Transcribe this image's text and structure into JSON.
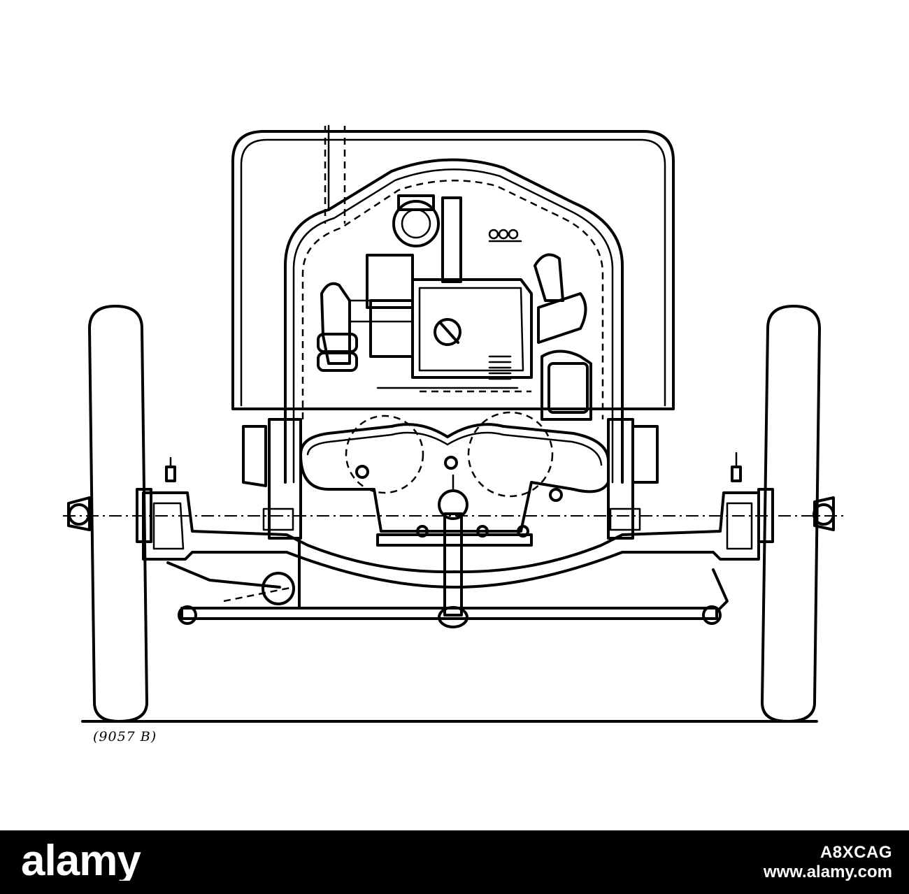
{
  "illustration": {
    "caption": "(9057 B)"
  },
  "footer": {
    "brand": "alamy",
    "image_id": "A8XCAG",
    "site": "www.alamy.com",
    "background": "#000000",
    "text_color": "#ffffff"
  }
}
